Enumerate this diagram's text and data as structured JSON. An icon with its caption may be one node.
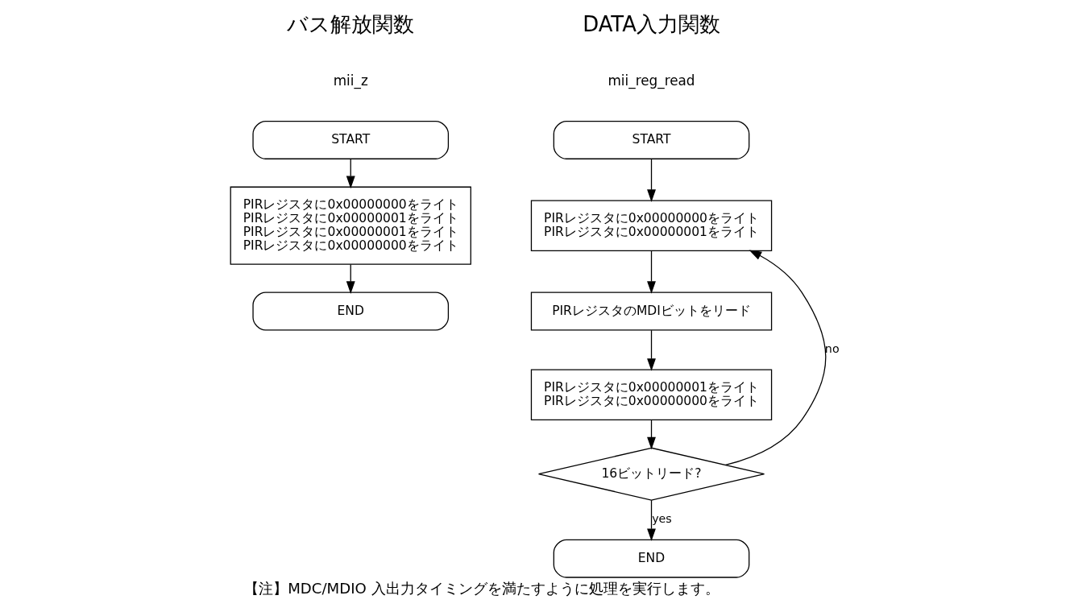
{
  "diagram": {
    "caption": "【注】MDC/MDIO 入出力タイミングを満たすように処理を実行します。",
    "nodes": [
      {
        "text": [
          "START"
        ]
      },
      {
        "text": [
          "PIRレジスタに0x00000000をライト",
          "PIRレジスタに0x00000001をライト",
          "PIRレジスタに0x00000001をライト",
          "PIRレジスタに0x00000000をライト"
        ]
      },
      {
        "text": [
          "END"
        ]
      },
      {
        "text": [
          "START"
        ]
      },
      {
        "text": [
          "PIRレジスタに0x00000000をライト",
          "PIRレジスタに0x00000001をライト"
        ]
      },
      {
        "text": [
          "PIRレジスタのMDIビットをリード"
        ]
      },
      {
        "text": [
          "PIRレジスタに0x00000001をライト",
          "PIRレジスタに0x00000000をライト"
        ]
      },
      {
        "text": [
          "16ビットリード?"
        ]
      },
      {
        "text": [
          "END"
        ]
      }
    ],
    "edges": [
      {
        "from": 0,
        "to": 1,
        "arrow": "to"
      },
      {
        "from": 1,
        "to": 2,
        "arrow": "to"
      },
      {
        "from": 3,
        "to": 4,
        "arrow": "to"
      },
      {
        "from": 4,
        "to": 5,
        "arrow": "to"
      },
      {
        "from": 5,
        "to": 6,
        "arrow": "to"
      },
      {
        "from": 6,
        "to": 7,
        "arrow": "to"
      },
      {
        "from": 7,
        "to": 4,
        "arrow": "to",
        "label": "no"
      },
      {
        "from": 7,
        "to": 8,
        "arrow": "to",
        "label": "yes"
      }
    ],
    "labels": [
      "バス解放関数",
      "mii_z",
      "DATA入力関数",
      "mii_reg_read"
    ]
  }
}
